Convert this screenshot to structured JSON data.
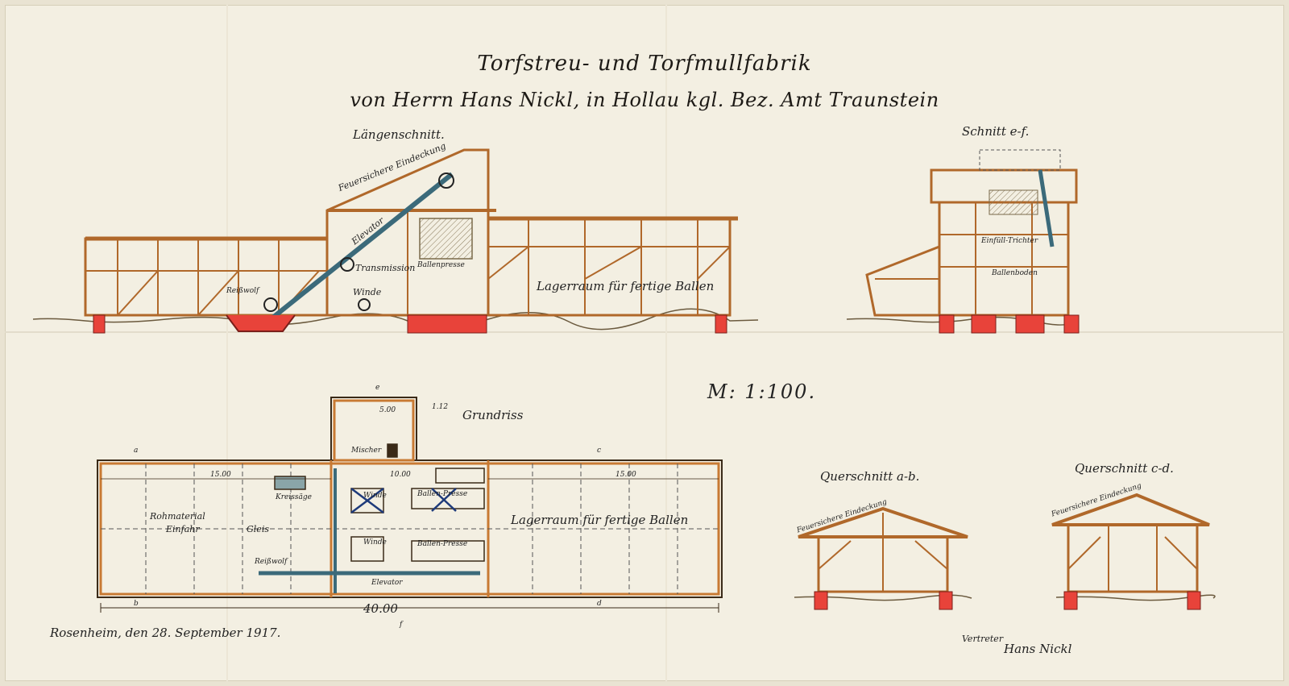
{
  "title": {
    "line1": "Torfstreu- und Torfmullfabrik",
    "line2": "von Herrn Hans Nickl, in Hollau kgl. Bez. Amt Traunstein"
  },
  "views": {
    "longitudinal_section": {
      "title": "Längenschnitt.",
      "labels": {
        "roof": "Feuersichere Eindeckung",
        "elevator": "Elevator",
        "transmission": "Transmission",
        "bale_press": "Ballenpresse",
        "winch": "Winde",
        "rohstoff": "Reißwolf",
        "storage": "Lagerraum für fertige Ballen"
      }
    },
    "section_ef": {
      "title": "Schnitt e-f.",
      "labels": {
        "hopper": "Einfüll-Trichter",
        "bale_floor": "Ballenboden"
      }
    },
    "scale": "M: 1:100.",
    "floor_plan": {
      "title": "Grundriss",
      "labels": {
        "raw_material": "Rohmaterial",
        "entry": "Einfahr",
        "track": "Gleis",
        "saw": "Kreissäge",
        "winch1": "Winde",
        "winch2": "Winde",
        "bale_press1": "Ballen-Presse",
        "bale_press2": "Ballen-Presse",
        "mixer": "Mischer",
        "shredder": "Reißwolf",
        "elevator": "Elevator",
        "storage": "Lagerraum für fertige Ballen"
      },
      "dims": {
        "left": "15.00",
        "middle": "10.00",
        "right": "15.00",
        "total": "40.00",
        "annex": "5.00",
        "note": "1.12"
      },
      "markers": {
        "a": "a",
        "b": "b",
        "c": "c",
        "d": "d",
        "e": "e",
        "f": "f"
      }
    },
    "cross_section_ab": {
      "title": "Querschnitt a-b.",
      "roof": "Feuersichere Eindeckung"
    },
    "cross_section_cd": {
      "title": "Querschnitt c-d.",
      "roof": "Feuersichere Eindeckung"
    }
  },
  "footer": {
    "place_date": "Rosenheim, den 28. September 1917.",
    "signature_prefix": "Vertreter",
    "signature": "Hans Nickl"
  }
}
